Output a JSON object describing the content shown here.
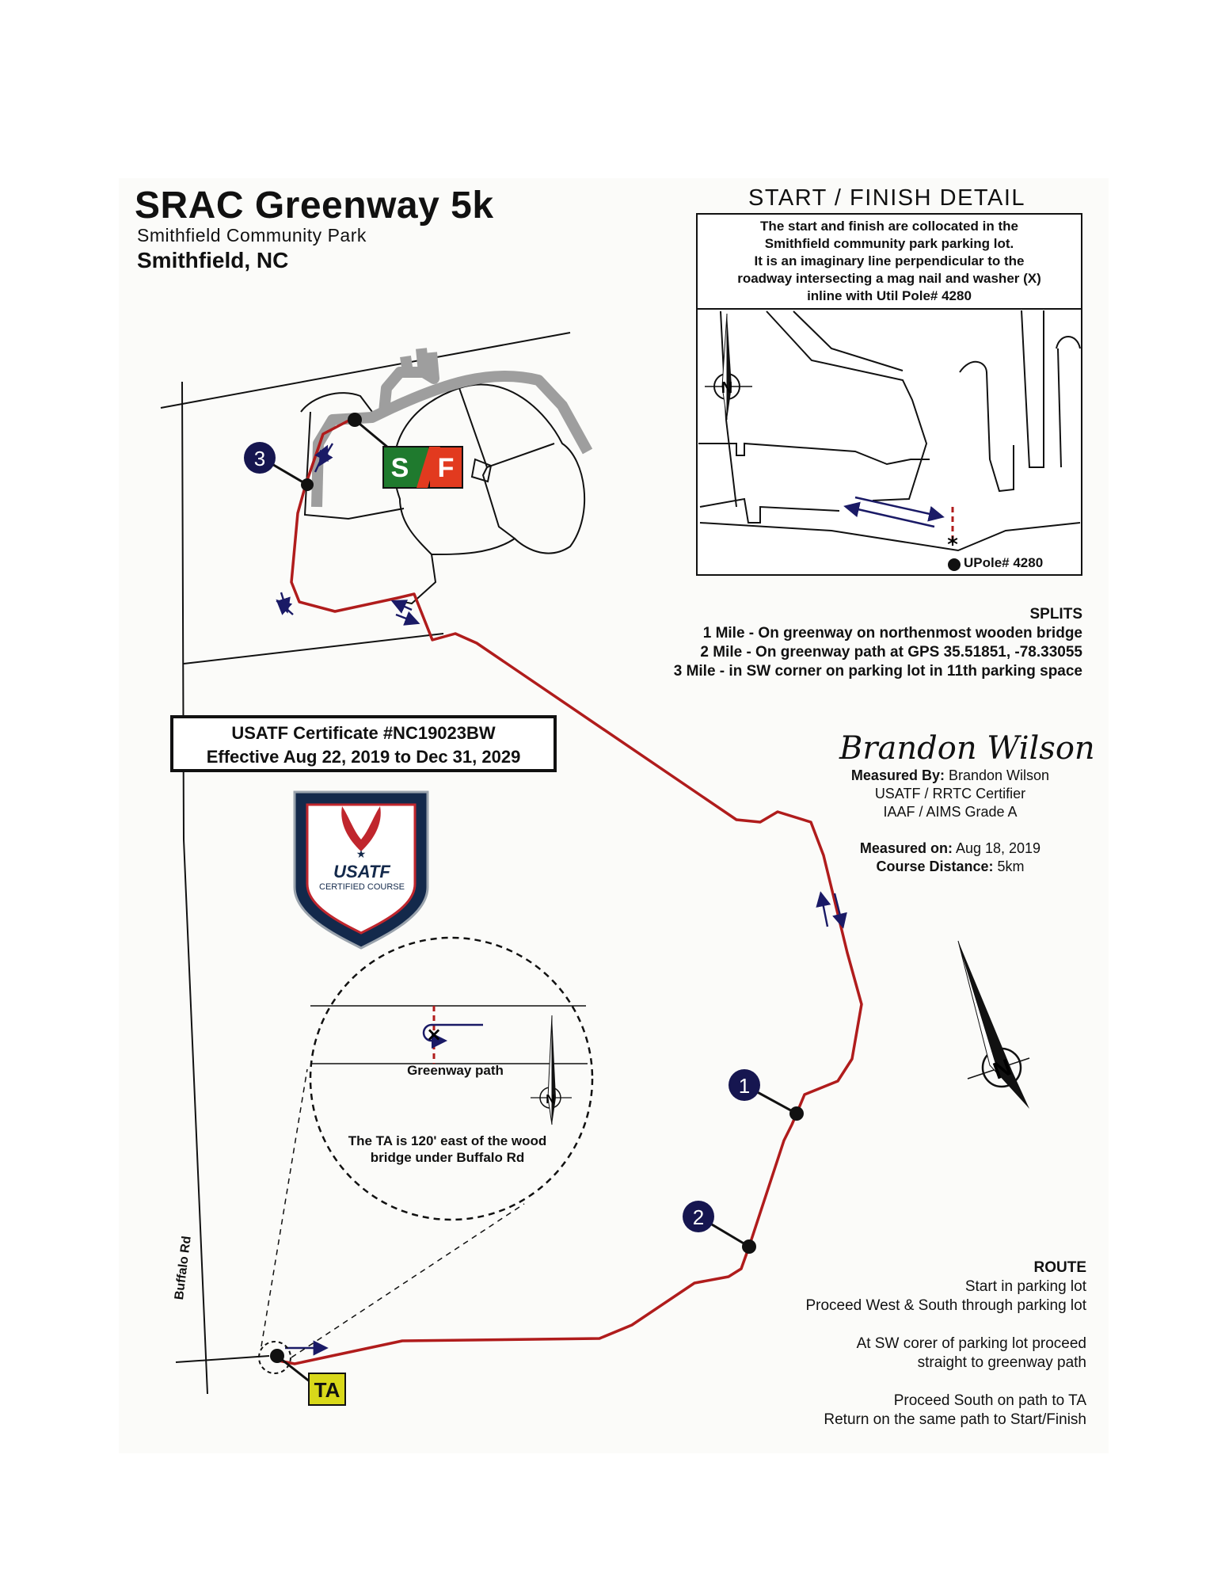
{
  "header": {
    "title": "SRAC Greenway 5k",
    "venue": "Smithfield Community Park",
    "city": "Smithfield, NC"
  },
  "start_finish_detail": {
    "heading": "START / FINISH DETAIL",
    "description": [
      "The start and finish are collocated in the",
      "Smithfield community park parking lot.",
      "It is an imaginary line perpendicular to the",
      "roadway intersecting a mag nail and washer (X)",
      "inline with Util Pole# 4280"
    ],
    "pole_label": "UPole# 4280"
  },
  "splits": {
    "heading": "SPLITS",
    "items": [
      "1 Mile - On greenway on northenmost wooden bridge",
      "2 Mile - On greenway path at GPS 35.51851, -78.33055",
      "3 Mile - in SW corner on parking lot in 11th parking space"
    ]
  },
  "certificate": {
    "line1": "USATF Certificate #NC19023BW",
    "line2": "Effective Aug 22, 2019 to Dec 31, 2029"
  },
  "badge": {
    "word": "USATF",
    "sub": "CERTIFIED COURSE"
  },
  "measurer": {
    "signature": "Brandon Wilson",
    "measured_by_label": "Measured By:",
    "measured_by": "Brandon Wilson",
    "role1": "USATF / RRTC Certifier",
    "role2": "IAAF / AIMS Grade A",
    "measured_on_label": "Measured on:",
    "measured_on": "Aug 18, 2019",
    "distance_label": "Course Distance:",
    "distance": "5km"
  },
  "route": {
    "heading": "ROUTE",
    "lines": [
      "Start in parking lot",
      "Proceed West & South through parking lot",
      "",
      "At SW corer of parking lot proceed",
      "straight to greenway path",
      "",
      "Proceed South on path to TA",
      "Return on the same path to Start/Finish"
    ]
  },
  "turnaround_inset": {
    "path_label": "Greenway path",
    "note": [
      "The TA is 120' east of the wood",
      "bridge under Buffalo Rd"
    ]
  },
  "markers": {
    "start": "S",
    "finish": "F",
    "turnaround": "TA",
    "mile1": "1",
    "mile2": "2",
    "mile3": "3"
  },
  "roads": {
    "buffalo": "Buffalo Rd"
  },
  "compass_letter": "N",
  "colors": {
    "course": "#b01c1c",
    "direction_arrow": "#1a1a66",
    "start": "#1f7a2e",
    "finish": "#e23a1f",
    "turnaround": "#d8d81a",
    "mile_marker": "#161650",
    "parking": "#9e9e9e",
    "badge_navy": "#13294b",
    "badge_red": "#c0262d"
  }
}
